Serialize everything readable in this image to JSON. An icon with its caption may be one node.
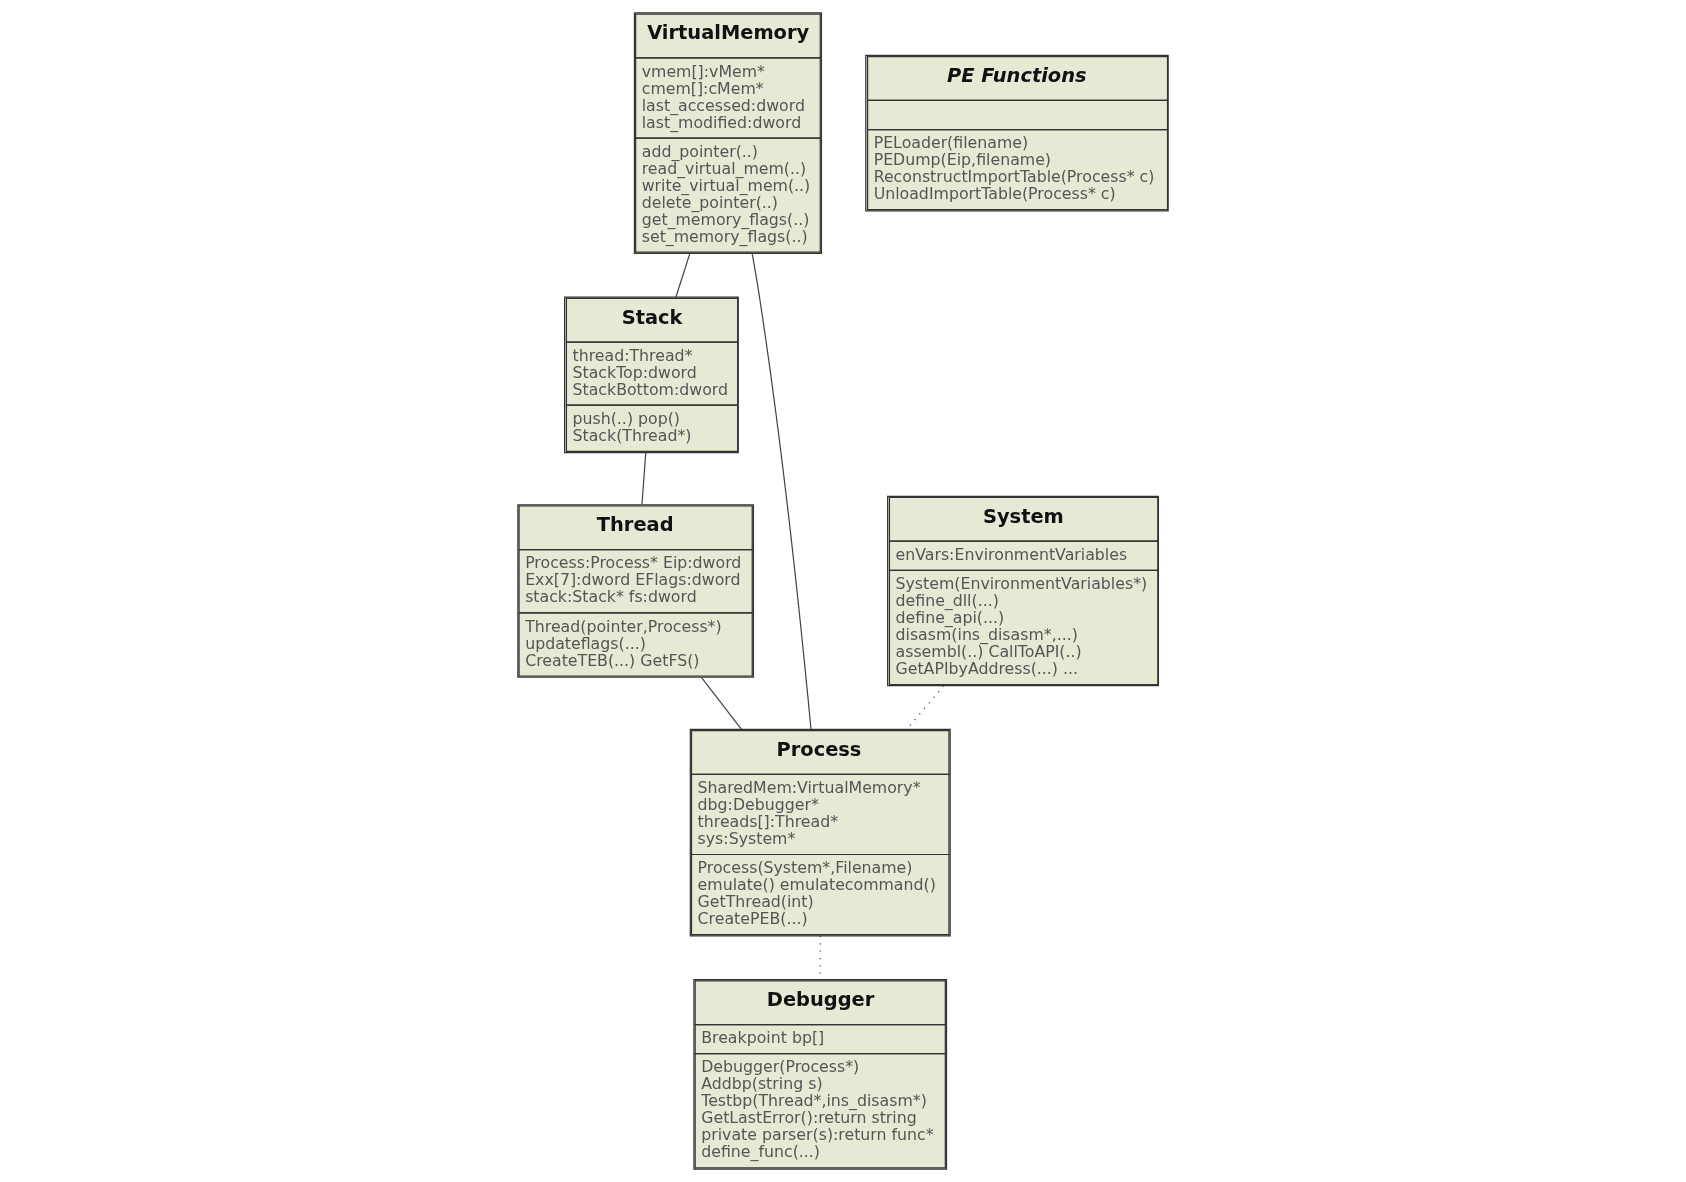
{
  "diagram": {
    "nodes": [
      {
        "text": [
          "VirtualMemory",
          "vmem[]:vMem* cmem[]:cMem* last_accessed:dword last_modified:dword",
          "add_pointer(..) read_virtual_mem(..) write_virtual_mem(..) delete_pointer(..) get_memory_flags(..) set_memory_flags(..)"
        ]
      },
      {
        "text": [
          "System",
          "enVars:EnvironmentVariables",
          "System(EnvironmentVariables*) define_dll(...) define_api(...) disasm(ins_disasm*,...) assembl(..) CallToAPI(..) GetAPIbyAddress(...) ..."
        ]
      },
      {
        "text": [
          "Stack",
          "thread:Thread* StackTop:dword StackBottom:dword",
          "push(..) pop() Stack(Thread*)"
        ]
      },
      {
        "text": [
          "Process",
          "SharedMem:VirtualMemory* dbg:Debugger* threads[]:Thread* sys:System*",
          "Process(System*,Filename) emulate() emulatecommand() GetThread(int) CreatePEB(...)"
        ]
      },
      {
        "text": [
          "Debugger",
          "Breakpoint bp[]",
          "Debugger(Process*) Addbp(string s) Testbp(Thread*,ins_disasm*) GetLastError():return string private parser(s):return func* define_func(...)"
        ]
      },
      {
        "text": [
          "Thread",
          "Process:Process* Eip:dword Exx[7]:dword EFlags:dword stack:Stack* fs:dword",
          "Thread(pointer,Process*) updateflags(...) CreateTEB(...) GetFS()"
        ]
      },
      {
        "text": [
          "PE Functions",
          "PELoader(filename) PEDump(Eip,filename) ReconstructImportTable(Process* c) UnloadImportTable(Process* c)"
        ]
      }
    ],
    "edges": [
      {
        "from": 0,
        "to": 2,
        "arrow": "none"
      },
      {
        "from": 2,
        "to": 5,
        "arrow": "none"
      },
      {
        "from": 0,
        "to": 3,
        "arrow": "none"
      },
      {
        "from": 1,
        "to": 3,
        "arrow": "none",
        "style": "dashed"
      },
      {
        "from": 5,
        "to": 3,
        "arrow": "none"
      },
      {
        "from": 3,
        "to": 4,
        "arrow": "none",
        "style": "dashed"
      }
    ]
  }
}
